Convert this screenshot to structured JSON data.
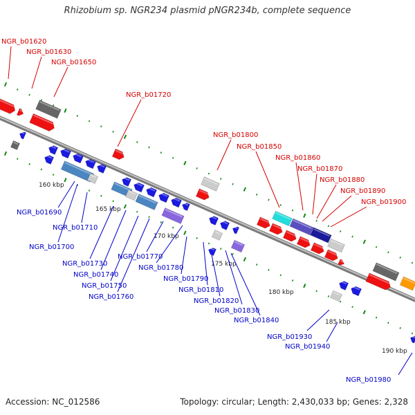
{
  "title": "Rhizobium sp. NGR234 plasmid pNGR234b, complete sequence",
  "footer": {
    "accession": "Accession: NC_012586",
    "topology": "Topology: circular; Length: 2,430,033 bp; Genes: 2,328"
  },
  "colors": {
    "forward_gene": "#ee0000",
    "reverse_gene": "#1010dd",
    "label_red": "#d40000",
    "label_blue": "#0000c8",
    "backbone": "#8a8a8a",
    "tick_green": "#118811"
  },
  "scale_labels": [
    "160 kbp",
    "165 kbp",
    "170 kbp",
    "175 kbp",
    "180 kbp",
    "185 kbp",
    "190 kbp"
  ],
  "forward_labels": [
    "NGR_b01620",
    "NGR_b01630",
    "NGR_b01650",
    "NGR_b01720",
    "NGR_b01800",
    "NGR_b01850",
    "NGR_b01860",
    "NGR_b01870",
    "NGR_b01880",
    "NGR_b01890",
    "NGR_b01900"
  ],
  "reverse_labels": [
    "NGR_b01690",
    "NGR_b01710",
    "NGR_b01700",
    "NGR_b01730",
    "NGR_b01740",
    "NGR_b01750",
    "NGR_b01760",
    "NGR_b01770",
    "NGR_b01780",
    "NGR_b01790",
    "NGR_b01810",
    "NGR_b01820",
    "NGR_b01830",
    "NGR_b01840",
    "NGR_b01930",
    "NGR_b01940",
    "NGR_b01980"
  ]
}
